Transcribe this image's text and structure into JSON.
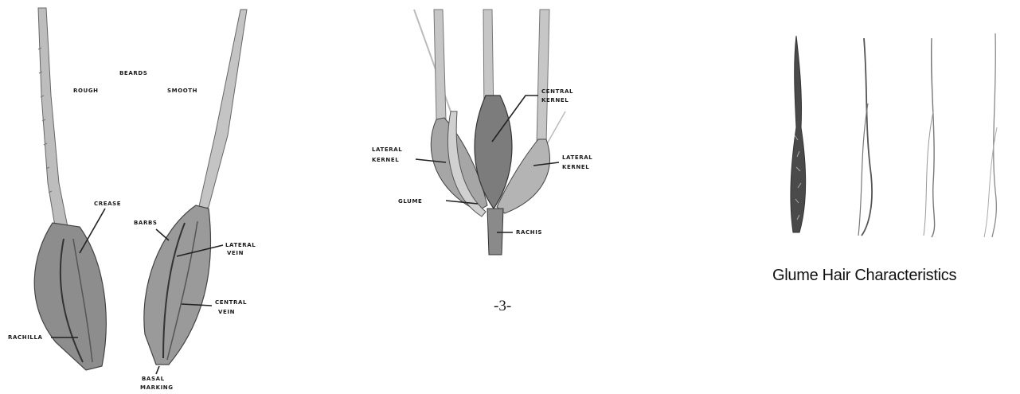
{
  "left_figure": {
    "labels": {
      "beards": "BEARDS",
      "rough": "ROUGH",
      "smooth": "SMOOTH",
      "crease": "CREASE",
      "barbs": "BARBS",
      "lateral_vein_1": "LATERAL",
      "lateral_vein_2": "VEIN",
      "central_vein_1": "CENTRAL",
      "central_vein_2": "VEIN",
      "rachilla": "RACHILLA",
      "basal_marking_1": "BASAL",
      "basal_marking_2": "MARKING"
    }
  },
  "middle_figure": {
    "labels": {
      "central_kernel_1": "CENTRAL",
      "central_kernel_2": "KERNEL",
      "lateral_kernel_left_1": "LATERAL",
      "lateral_kernel_left_2": "KERNEL",
      "lateral_kernel_right_1": "LATERAL",
      "lateral_kernel_right_2": "KERNEL",
      "glume": "GLUME",
      "rachis": "RACHIS"
    }
  },
  "right_figure": {
    "caption": "Glume Hair Characteristics"
  },
  "page_number": "-3-"
}
